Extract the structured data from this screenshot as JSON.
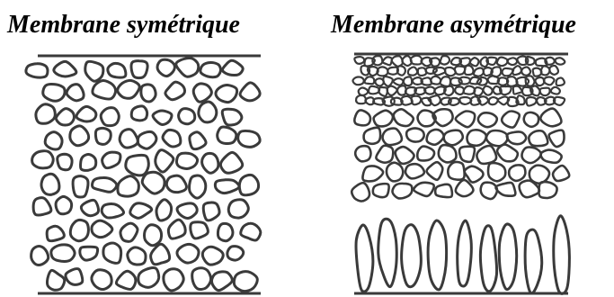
{
  "figure": {
    "left_title": "Membrane symétrique",
    "right_title": "Membrane asymétrique",
    "colors": {
      "stroke": "#3a3a3a",
      "background": "#ffffff"
    }
  },
  "panels": [
    {
      "id": "symmetric",
      "structure": "uniform-pores",
      "icon": "pore-cell"
    },
    {
      "id": "asymmetric",
      "structure": "graded-pores-dense-top-finger-bottom",
      "icon": "pore-cell"
    }
  ]
}
